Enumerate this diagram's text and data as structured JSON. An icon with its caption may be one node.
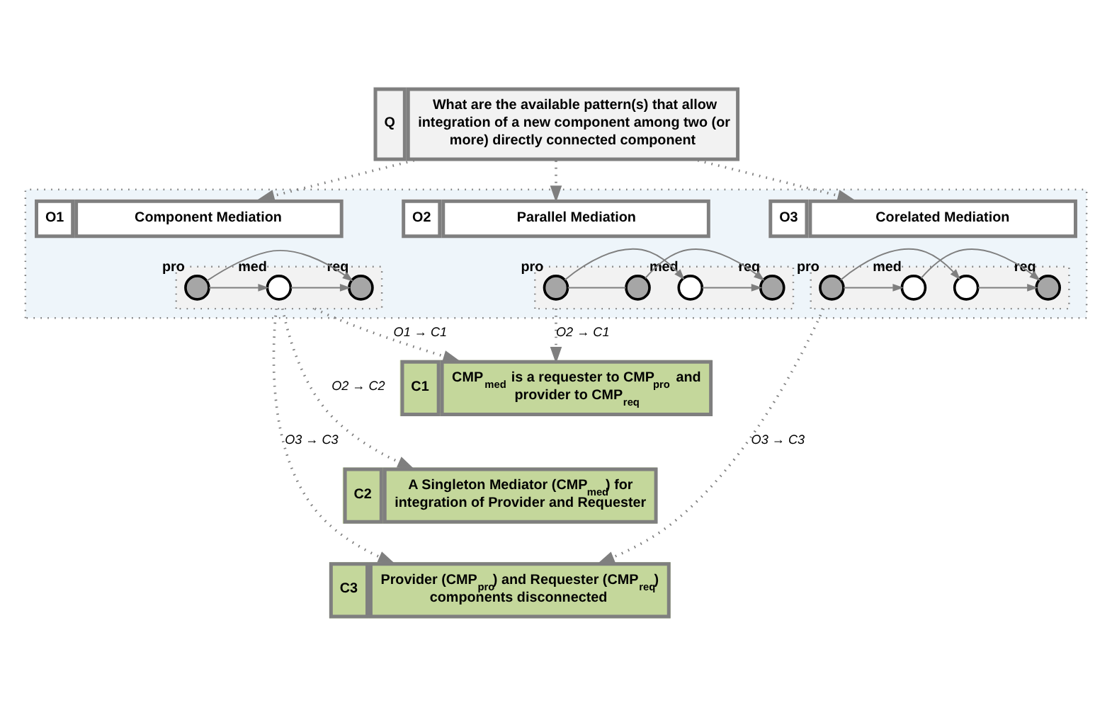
{
  "diagram": {
    "nodes": [
      {
        "text": [
          "Q",
          "What are the available pattern(s) that allow integration of a new component among two (or more) directly connected component"
        ]
      },
      {
        "text": [],
        "shape": "box"
      },
      {
        "text": [
          "O1",
          "Component Mediation"
        ],
        "in": 1
      },
      {
        "text": [],
        "shape": "box",
        "in": 1
      },
      {
        "text": [],
        "shape": "circle",
        "beside": [
          "med"
        ],
        "in": 3
      },
      {
        "text": [],
        "shape": "circle",
        "beside": [
          "pro"
        ],
        "in": 3
      },
      {
        "text": [],
        "shape": "circle",
        "beside": [
          "req"
        ],
        "in": 3
      },
      {
        "text": [
          "O2",
          "Parallel Mediation"
        ],
        "in": 1
      },
      {
        "text": [],
        "shape": "box",
        "in": 1
      },
      {
        "text": [],
        "shape": "circle",
        "beside": [
          "pro"
        ],
        "in": 8
      },
      {
        "text": [],
        "shape": "circle",
        "beside": [
          "med"
        ],
        "in": 8
      },
      {
        "text": [],
        "shape": "circle",
        "in": 8
      },
      {
        "text": [],
        "shape": "circle",
        "beside": [
          "req"
        ],
        "in": 8
      },
      {
        "text": [
          "O3",
          "Corelated Mediation"
        ],
        "in": 1
      },
      {
        "text": [],
        "shape": "box",
        "in": 1
      },
      {
        "text": [],
        "shape": "circle",
        "beside": [
          "pro"
        ],
        "in": 14
      },
      {
        "text": [],
        "shape": "circle",
        "in": 14
      },
      {
        "text": [],
        "shape": "circle",
        "beside": [
          "med"
        ],
        "in": 14
      },
      {
        "text": [],
        "shape": "circle",
        "beside": [
          "req"
        ],
        "in": 14
      },
      {
        "text": [
          "C1",
          "CMP$_{med}$ is a requester to CMP$_{pro}$ and provider to CMP$_{req}$"
        ]
      },
      {
        "text": [
          "C2",
          "A Singleton Mediator (CMP$_{med}$) for integration of Provider and Requester"
        ]
      },
      {
        "text": [
          "C3",
          "Provider (CMP$_{pro}$) and Requester (CMP$_{req}$) components disconnected"
        ]
      }
    ],
    "edges": [
      {
        "from": 0,
        "to": 2,
        "arrow": "to",
        "style": "dashed"
      },
      {
        "from": 0,
        "to": 7,
        "arrow": "to",
        "style": "dashed"
      },
      {
        "from": 0,
        "to": 13,
        "arrow": "to",
        "style": "dashed"
      },
      {
        "from": 5,
        "to": 4,
        "arrow": "to"
      },
      {
        "from": 4,
        "to": 6,
        "arrow": "to"
      },
      {
        "from": 5,
        "to": 6,
        "arrow": "to"
      },
      {
        "from": 9,
        "to": 10,
        "arrow": "to"
      },
      {
        "from": 10,
        "to": 12,
        "arrow": "to"
      },
      {
        "from": 9,
        "to": 11,
        "arrow": "none"
      },
      {
        "from": 11,
        "to": 12,
        "arrow": "to"
      },
      {
        "from": 15,
        "to": 16,
        "arrow": "to"
      },
      {
        "from": 16,
        "to": 18,
        "arrow": "to"
      },
      {
        "from": 15,
        "to": 17,
        "arrow": "to"
      },
      {
        "from": 17,
        "to": 18,
        "arrow": "to"
      },
      {
        "from": 8,
        "to": 19,
        "arrow": "to",
        "style": "dashed",
        "label": "O2 → C1"
      },
      {
        "from": 3,
        "to": 19,
        "arrow": "to",
        "style": "dashed",
        "label": "O1 → C1"
      },
      {
        "from": 3,
        "to": 20,
        "arrow": "to",
        "style": "dashed",
        "label": "O2 → C2"
      },
      {
        "from": 3,
        "to": 21,
        "arrow": "to",
        "style": "dashed",
        "label": "O3 → C3"
      },
      {
        "from": 14,
        "to": 21,
        "arrow": "to",
        "style": "dashed",
        "label": "O3 → C3"
      }
    ]
  }
}
